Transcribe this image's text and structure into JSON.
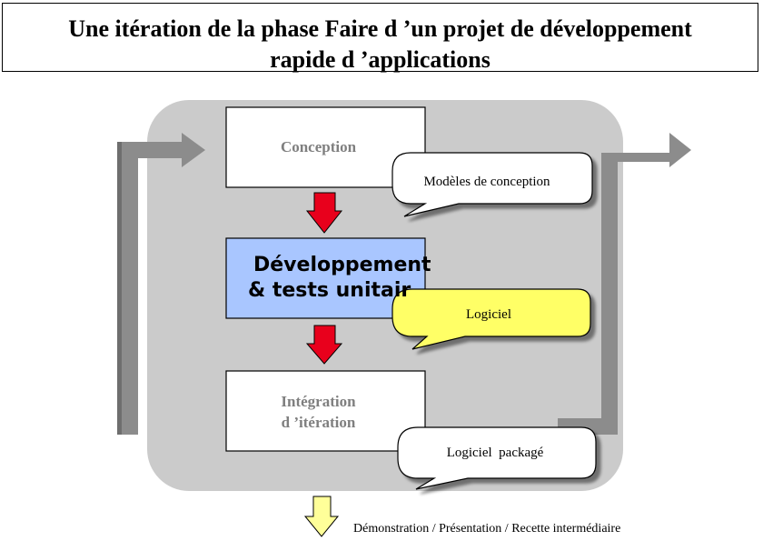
{
  "title": {
    "line1": "Une itération de la phase Faire d ’un projet de développement",
    "line2": "rapide d ’applications"
  },
  "steps": {
    "conception": "Conception",
    "developpement_line1": "Développement",
    "developpement_line2": "& tests unitair",
    "integration_line1": "Intégration",
    "integration_line2": "d ’itération"
  },
  "callouts": {
    "modeles": "Modèles de conception",
    "logiciel": "Logiciel",
    "packag": "Logiciel  packagé"
  },
  "footer": "Démonstration / Présentation / Recette intermédiaire",
  "colors": {
    "background_panel": "#cbcbcb",
    "active_step": "#a9c6ff",
    "highlight_callout": "#ffff66",
    "flow_arrow": "#e8001c",
    "output_arrow": "#ffff99",
    "side_arrow": "#8c8c8c"
  }
}
